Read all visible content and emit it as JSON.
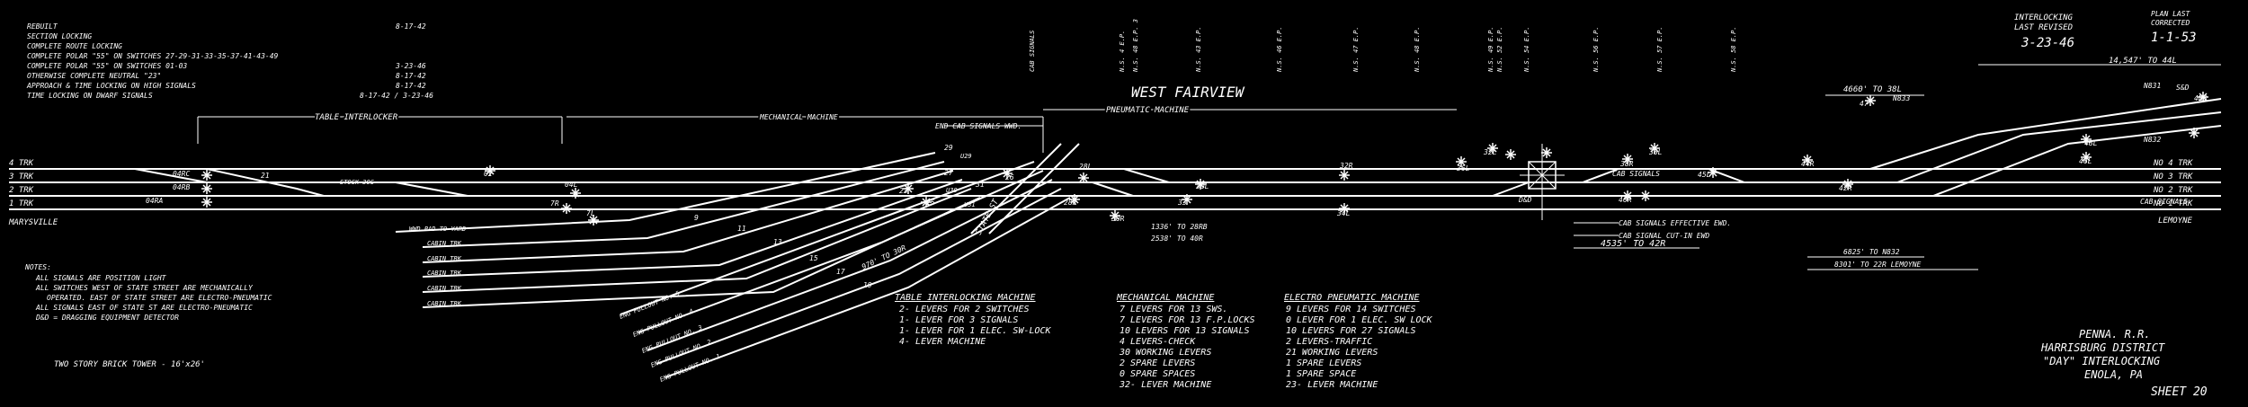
{
  "revisions": [
    {
      "item": "REBUILT",
      "date": "8-17-42"
    },
    {
      "item": "SECTION LOCKING",
      "date": ""
    },
    {
      "item": "COMPLETE ROUTE LOCKING",
      "date": ""
    },
    {
      "item": "COMPLETE POLAR \"55\" ON SWITCHES 27-29-31-33-35-37-41-43-49",
      "date": ""
    },
    {
      "item": "COMPLETE POLAR \"55\" ON SWITCHES 01-03",
      "date": "3-23-46"
    },
    {
      "item": "OTHERWISE COMPLETE NEUTRAL \"23\"",
      "date": "8-17-42"
    },
    {
      "item": "APPROACH & TIME LOCKING ON HIGH SIGNALS",
      "date": "8-17-42"
    },
    {
      "item": "TIME LOCKING ON DWARF SIGNALS",
      "date": "8-17-42 / 3-23-46"
    }
  ],
  "last_revised": {
    "label_1": "INTERLOCKING",
    "label_2": "LAST REVISED",
    "date": "3-23-46"
  },
  "plan_corrected": {
    "label_1": "PLAN LAST",
    "label_2": "CORRECTED",
    "date": "1-1-53"
  },
  "location_name": "WEST FAIRVIEW",
  "machine_labels": {
    "table": "TABLE INTERLOCKER",
    "mechanical": "MECHANICAL MACHINE",
    "pneumatic": "PNEUMATIC MACHINE",
    "end_cab": "END CAB SIGNALS WWD."
  },
  "tracks_left": [
    "4 TRK",
    "3 TRK",
    "2 TRK",
    "1 TRK"
  ],
  "tracks_right": [
    "NO 4 TRK",
    "NO 3 TRK",
    "NO 2 TRK",
    "NO 1 TRK"
  ],
  "direction_left": "MARYSVILLE",
  "direction_right": "LEMOYNE",
  "track_labels": [
    "STOCK 30G",
    "WWD PAD TO YARD",
    "CABIN TRK",
    "CABIN TRK",
    "CABIN TRK",
    "CABIN TRK",
    "CABIN TRK",
    "STATE ST"
  ],
  "pullout_labels": [
    "ENG PULLOUT NO. 1",
    "ENG PULLOUT NO. 2",
    "ENG PULLOUT NO. 3",
    "ENG PULLOUT NO. 4",
    "ENG PULLOUT NO. 5"
  ],
  "signal_labels": [
    "04RC",
    "04RB",
    "04RA",
    "04L",
    "02",
    "7R",
    "7L",
    "9",
    "11",
    "13",
    "15",
    "17",
    "19",
    "21",
    "23",
    "25",
    "26",
    "27",
    "28R",
    "28L",
    "29",
    "30R",
    "30L",
    "31",
    "32L",
    "32R",
    "33",
    "34L",
    "36L",
    "38R",
    "38L",
    "40R",
    "42R",
    "44R",
    "45L",
    "46L",
    "47",
    "48L",
    "U29",
    "U30",
    "U31",
    "N831",
    "N832",
    "N833",
    "4NB",
    "D&D",
    "S&D"
  ],
  "distance_notes": [
    "4660' TO 38L",
    "14,547' TO 44L",
    "1336' TO 28RB",
    "2538' TO 40R",
    "4535' TO 42R",
    "6825' TO N832",
    "8301' TO 22R LEMOYNE",
    "970' TO 30R"
  ],
  "cab_signals": [
    "CAB SIGNALS EFFECTIVE EWD.",
    "CAB SIGNAL CUT-IN EWD",
    "CAB SIGNALS",
    "CAB SIGNALS"
  ],
  "notes": {
    "heading": "NOTES:",
    "lines": [
      "ALL SIGNALS ARE POSITION LIGHT",
      "ALL SWITCHES WEST OF STATE STREET ARE MECHANICALLY",
      "OPERATED. EAST OF STATE STREET ARE ELECTRO-PNEUMATIC",
      "ALL SIGNALS EAST OF STATE ST ARE ELECTRO-PNEUMATIC",
      "D&D = DRAGGING EQUIPMENT DETECTOR",
      "TWO STORY BRICK TOWER - 16'x26'"
    ]
  },
  "legend_table": {
    "title": "TABLE INTERLOCKING MACHINE",
    "lines": [
      "2- LEVERS FOR 2 SWITCHES",
      "1- LEVER FOR 3 SIGNALS",
      "1- LEVER FOR 1 ELEC. SW-LOCK",
      "4- LEVER MACHINE"
    ]
  },
  "legend_mechanical": {
    "title": "MECHANICAL MACHINE",
    "lines": [
      "7 LEVERS FOR 13 SWS.",
      "7 LEVERS FOR 13 F.P.LOCKS",
      "10 LEVERS FOR 13 SIGNALS",
      "4 LEVERS-CHECK",
      "30 WORKING LEVERS",
      "2 SPARE LEVERS",
      "0 SPARE SPACES",
      "32- LEVER MACHINE"
    ]
  },
  "legend_pneumatic": {
    "title": "ELECTRO PNEUMATIC MACHINE",
    "lines": [
      "9 LEVERS FOR 14 SWITCHES",
      "0 LEVER FOR 1 ELEC. SW LOCK",
      "10 LEVERS FOR 27 SIGNALS",
      "2 LEVERS-TRAFFIC",
      "21 WORKING LEVERS",
      "1 SPARE LEVERS",
      "1 SPARE SPACE",
      "23- LEVER MACHINE"
    ]
  },
  "title_block": {
    "line1": "PENNA. R.R.",
    "line2": "HARRISBURG DISTRICT",
    "line3": "\"DAY\" INTERLOCKING",
    "line4": "ENOLA, PA",
    "sheet": "SHEET 20"
  },
  "top_markers": [
    "CAB SIGNALS",
    "N.S. 4 E.P.",
    "N.S. 48 E.P. 3",
    "N.S. 43 E.P.",
    "N.S. 46 E.P.",
    "N.S. 47 E.P.",
    "N.S. 48 E.P.",
    "N.S. 49 E.P.",
    "N.S. 52 E.P.",
    "N.S. 54 E.P.",
    "N.S. 56 E.P.",
    "N.S. 57 E.P.",
    "N.S. 58 E.P."
  ]
}
